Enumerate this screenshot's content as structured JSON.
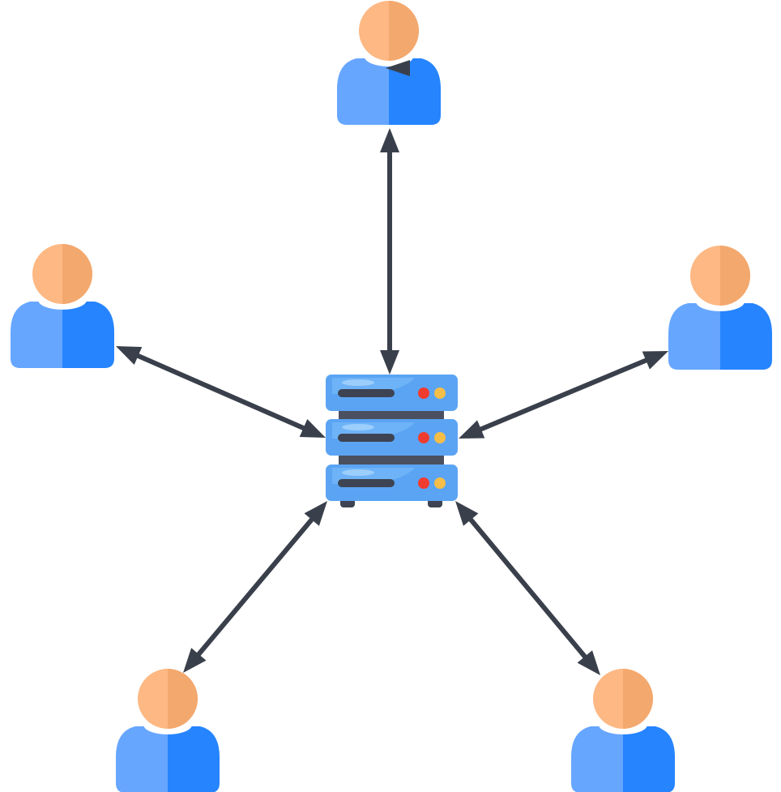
{
  "diagram": {
    "type": "client-server network (star topology)",
    "hub": {
      "icon": "server-rack-icon",
      "units": 3
    },
    "clients": [
      {
        "icon": "user-icon",
        "position": "top"
      },
      {
        "icon": "user-icon",
        "position": "left"
      },
      {
        "icon": "user-icon",
        "position": "right"
      },
      {
        "icon": "user-icon",
        "position": "bottom-left"
      },
      {
        "icon": "user-icon",
        "position": "bottom-right"
      }
    ],
    "connections": [
      {
        "from": "user-top",
        "to": "server",
        "direction": "bidirectional"
      },
      {
        "from": "user-left",
        "to": "server",
        "direction": "bidirectional"
      },
      {
        "from": "user-right",
        "to": "server",
        "direction": "bidirectional"
      },
      {
        "from": "user-bottom-left",
        "to": "server",
        "direction": "bidirectional"
      },
      {
        "from": "user-bottom-right",
        "to": "server",
        "direction": "bidirectional"
      }
    ],
    "colors": {
      "skin_light": "#FDB883",
      "skin_dark": "#F3A86E",
      "shirt_light": "#66A6FF",
      "shirt_dark": "#2684FF",
      "arrow": "#3A404B",
      "server_body": "#5BA4F4",
      "server_highlight": "#7EC0FA",
      "server_dark": "#3D4352",
      "server_rail": "#4A5060",
      "led_red": "#F03C2E",
      "led_yellow": "#F5BE48"
    }
  }
}
